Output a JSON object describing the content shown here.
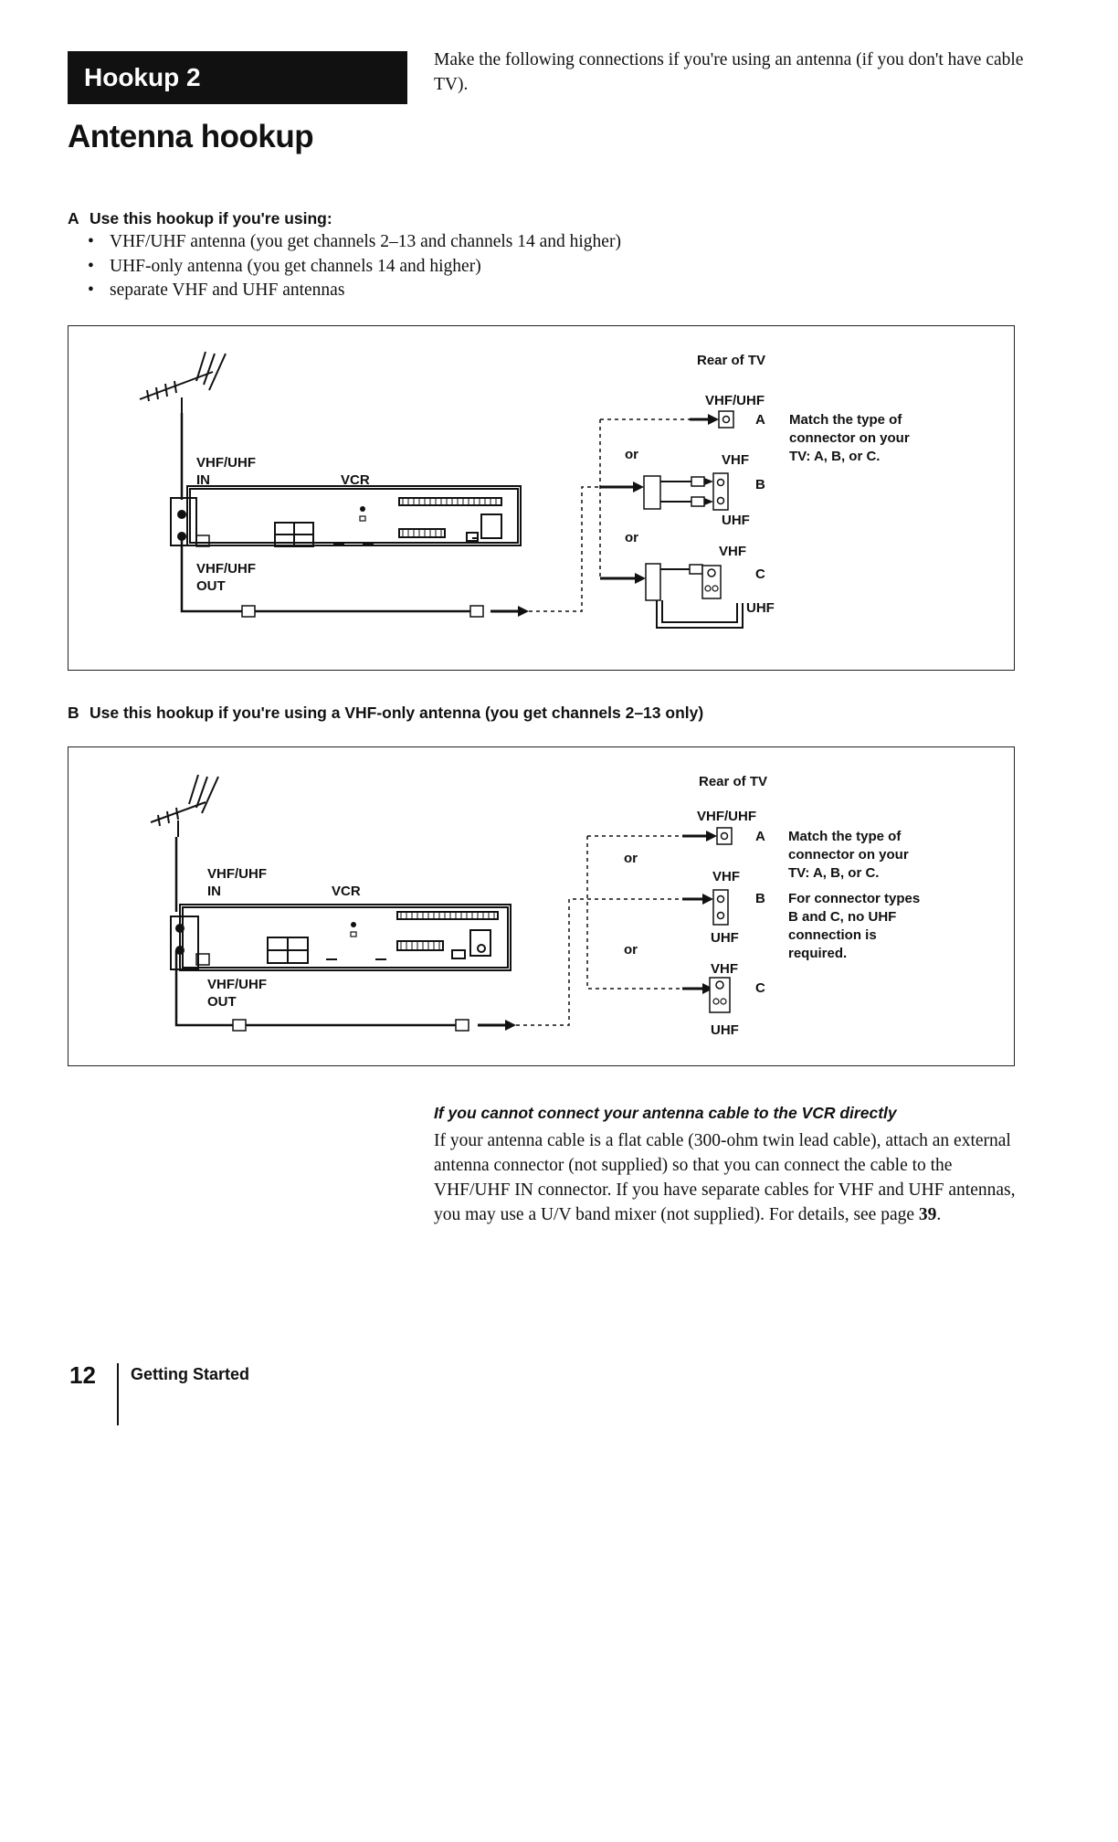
{
  "header": {
    "badge": "Hookup 2",
    "intro": "Make the following connections if you're using an antenna (if you don't have cable TV).",
    "title": "Antenna hookup"
  },
  "section_a": {
    "letter": "A",
    "heading": "Use this hookup if you're using:",
    "items": [
      "VHF/UHF antenna (you get channels 2–13 and channels 14 and higher)",
      "UHF-only antenna (you get channels 14 and higher)",
      "separate VHF and UHF antennas"
    ],
    "diagram": {
      "rear_of_tv": "Rear of TV",
      "vhf_uhf_top": "VHF/UHF",
      "vcr_in": "VHF/UHF",
      "vcr_in_2": "IN",
      "vcr": "VCR",
      "vcr_out": "VHF/UHF",
      "vcr_out_2": "OUT",
      "or_1": "or",
      "or_2": "or",
      "vhf_b": "VHF",
      "uhf_b": "UHF",
      "vhf_c": "VHF",
      "uhf_c": "UHF",
      "letter_a": "A",
      "letter_b": "B",
      "letter_c": "C",
      "note_1": "Match the type of",
      "note_2": "connector on your",
      "note_3": "TV: A, B, or C."
    }
  },
  "section_b": {
    "letter": "B",
    "heading": "Use this hookup if you're using a VHF-only antenna (you get channels 2–13 only)",
    "diagram": {
      "rear_of_tv": "Rear of TV",
      "vhf_uhf_top": "VHF/UHF",
      "vcr_in": "VHF/UHF",
      "vcr_in_2": "IN",
      "vcr": "VCR",
      "vcr_out": "VHF/UHF",
      "vcr_out_2": "OUT",
      "or_1": "or",
      "or_2": "or",
      "vhf_b": "VHF",
      "uhf_b": "UHF",
      "vhf_c": "VHF",
      "uhf_c": "UHF",
      "letter_a": "A",
      "letter_b": "B",
      "letter_c": "C",
      "note_1": "Match the type of",
      "note_2": "connector on your",
      "note_3": "TV: A, B, or C.",
      "note_4": "For connector types",
      "note_5": "B and C, no UHF",
      "note_6": "connection is",
      "note_7": "required."
    }
  },
  "tip": {
    "title": "If you cannot connect your antenna cable to the VCR directly",
    "body": "If your antenna cable is a flat cable (300-ohm twin lead cable), attach an external antenna connector (not supplied) so that you can connect the cable to the VHF/UHF IN connector. If you have separate cables for VHF and UHF antennas, you may use a U/V band mixer (not supplied). For details, see page ",
    "page_ref": "39",
    "end": "."
  },
  "footer": {
    "page_number": "12",
    "section": "Getting Started"
  }
}
